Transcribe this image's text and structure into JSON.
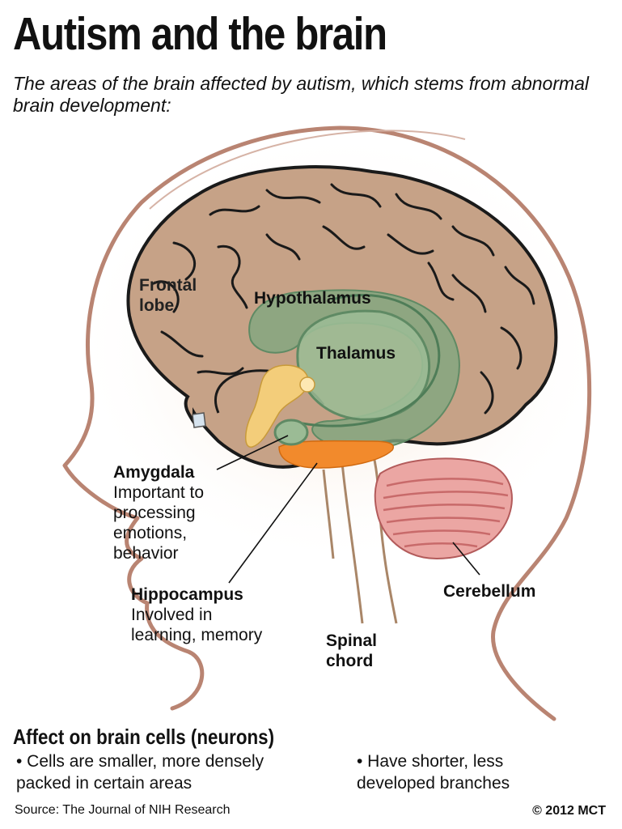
{
  "title": "Autism and the brain",
  "subtitle": "The areas of the brain affected by autism, which stems from abnormal brain development:",
  "labels": {
    "frontal_lobe": [
      "Frontal",
      "lobe"
    ],
    "hypothalamus": "Hypothalamus",
    "thalamus": "Thalamus",
    "amygdala": {
      "name": "Amygdala",
      "description": [
        "Important to",
        "processing",
        "emotions,",
        "behavior"
      ]
    },
    "hippocampus": {
      "name": "Hippocampus",
      "description": [
        "Involved in",
        "learning, memory"
      ]
    },
    "spinal_chord": [
      "Spinal",
      "chord"
    ],
    "cerebellum": "Cerebellum"
  },
  "neurons": {
    "heading": "Affect on brain cells (neurons)",
    "bullets": [
      [
        "• Cells are smaller, more densely",
        "packed in certain areas"
      ],
      [
        "• Have shorter, less",
        "developed branches"
      ]
    ]
  },
  "source": "Source: The Journal of NIH Research",
  "credit": "© 2012 MCT",
  "colors": {
    "brain": "#c6a287",
    "brain_outline": "#1a1a1a",
    "head_outline": "#b98472",
    "limbic_green": "#7fa77f",
    "thalamus_green": "#9bbb95",
    "amygdala_yellow": "#f3cd7a",
    "hippocampus_orange": "#f28a2c",
    "cerebellum_pink": "#eba6a3"
  },
  "icons": [
    "head-profile-outline",
    "brain-illustration"
  ]
}
